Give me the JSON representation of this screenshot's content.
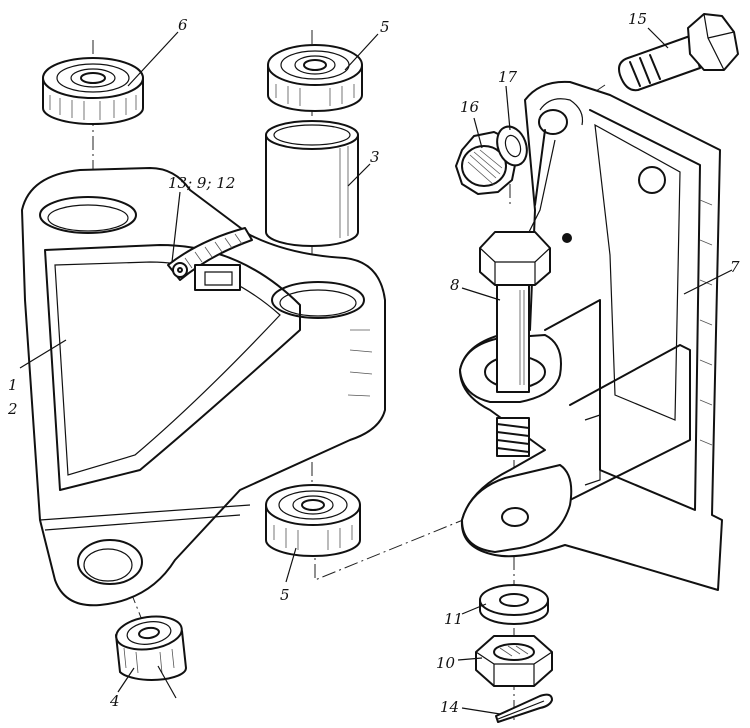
{
  "parts": [
    {
      "id": "lever-body",
      "label": "1"
    },
    {
      "id": "lever-body-alt",
      "label": "2"
    },
    {
      "id": "bushing",
      "label": "3"
    },
    {
      "id": "small-bearing",
      "label": "4"
    },
    {
      "id": "bearing-upper",
      "label": "5"
    },
    {
      "id": "bearing-lower",
      "label": "5"
    },
    {
      "id": "top-bearing-left",
      "label": "6"
    },
    {
      "id": "bracket",
      "label": "7"
    },
    {
      "id": "hex-bolt",
      "label": "8"
    },
    {
      "id": "nut",
      "label": "10"
    },
    {
      "id": "washer",
      "label": "11"
    },
    {
      "id": "cotter-pin",
      "label": "14"
    },
    {
      "id": "top-bolt",
      "label": "15"
    },
    {
      "id": "castle-nut",
      "label": "16"
    },
    {
      "id": "spring-washer",
      "label": "17"
    },
    {
      "id": "ground-strap",
      "label": "13; 9; 12"
    }
  ]
}
